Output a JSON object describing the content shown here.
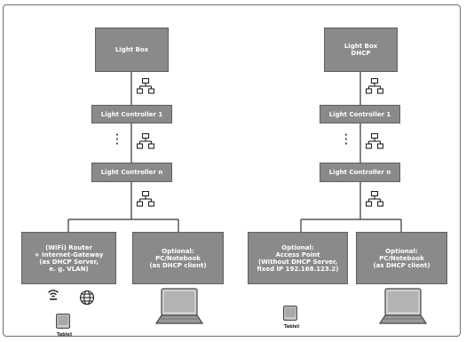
{
  "left": {
    "light_box": [
      "Light Box"
    ],
    "controller_1": "Light Controller 1",
    "controller_n": "Light Controller n",
    "router": [
      "(WiFi) Router",
      "+ Internet-Gateway",
      "(as DHCP Server,",
      "e. g. VLAN)"
    ],
    "pc": [
      "Optional:",
      "PC/Notebook",
      "(as DHCP client)"
    ],
    "tablet_label": "Tablet"
  },
  "right": {
    "light_box": [
      "Light Box",
      "DHCP"
    ],
    "controller_1": "Light Controller 1",
    "controller_n": "Light Controller n",
    "access_point": [
      "Optional:",
      "Access Point",
      "(Without DHCP Server,",
      "fixed IP 192.168.123.2)"
    ],
    "pc": [
      "Optional:",
      "PC/Notebook",
      "(as DHCP client)"
    ],
    "tablet_label": "Tablet"
  },
  "icons": {
    "network": "network-switch-icon",
    "wifi": "wifi-icon",
    "globe": "globe-icon",
    "tablet": "tablet-icon",
    "laptop": "laptop-icon"
  },
  "colors": {
    "box_fill": "#8a8a8a",
    "box_text": "#ffffff",
    "line": "#333333"
  }
}
